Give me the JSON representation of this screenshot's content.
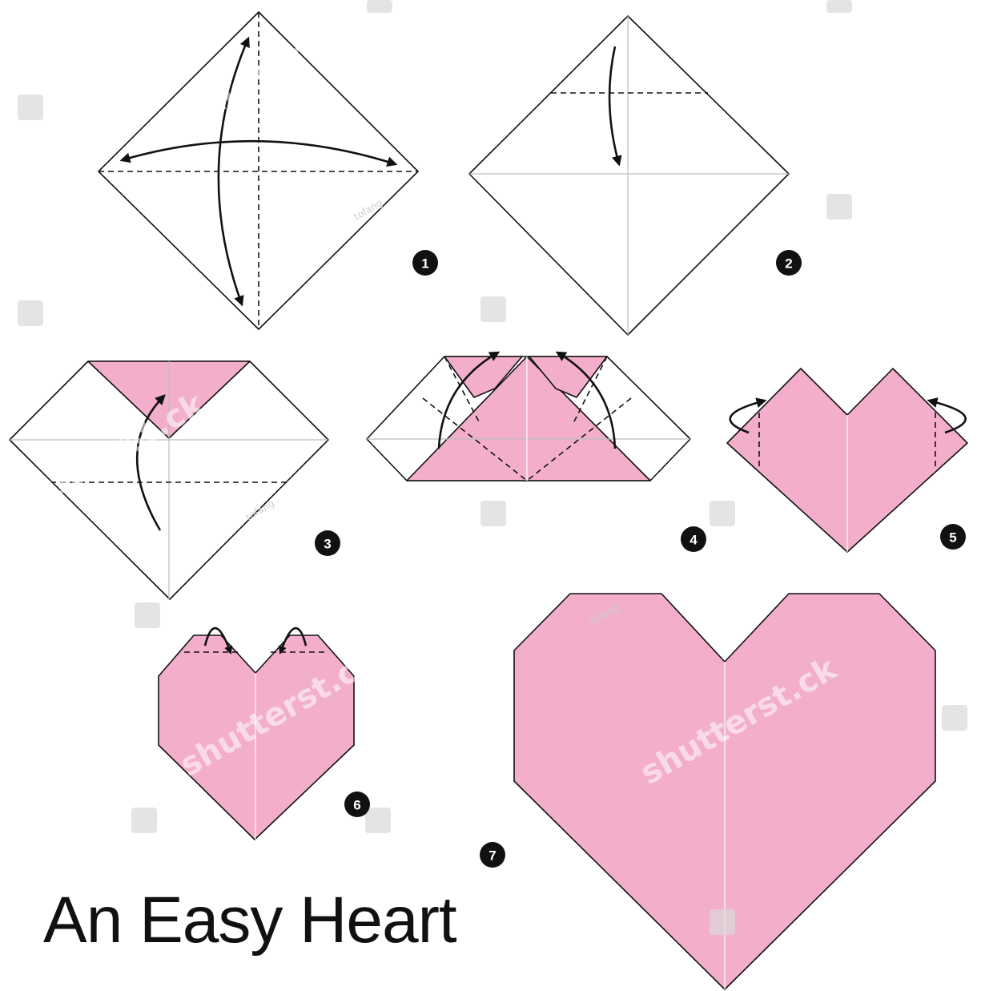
{
  "title": "An Easy Heart",
  "steps": [
    {
      "number": "1"
    },
    {
      "number": "2"
    },
    {
      "number": "3"
    },
    {
      "number": "4"
    },
    {
      "number": "5"
    },
    {
      "number": "6"
    },
    {
      "number": "7"
    }
  ],
  "watermark": {
    "brand": "shutterstock",
    "author": "tofang"
  },
  "colors": {
    "paper_pink": "#f3aecb",
    "outline": "#111111",
    "background": "#ffffff"
  }
}
